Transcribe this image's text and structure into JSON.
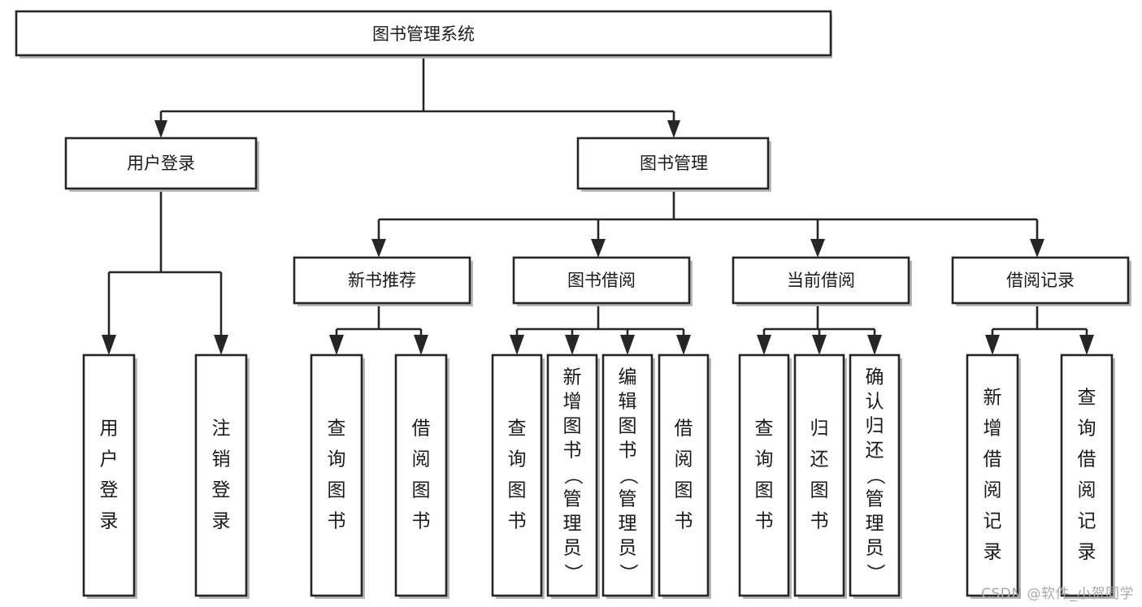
{
  "diagram": {
    "title": "图书管理系统",
    "type": "tree",
    "root": {
      "id": "root",
      "label": "图书管理系统"
    },
    "level1": [
      {
        "id": "user-login",
        "label": "用户登录"
      },
      {
        "id": "book-management",
        "label": "图书管理"
      }
    ],
    "level2": [
      {
        "id": "new-book-recommend",
        "label": "新书推荐",
        "parent": "book-management"
      },
      {
        "id": "book-borrow",
        "label": "图书借阅",
        "parent": "book-management"
      },
      {
        "id": "current-borrow",
        "label": "当前借阅",
        "parent": "book-management"
      },
      {
        "id": "borrow-record",
        "label": "借阅记录",
        "parent": "book-management"
      }
    ],
    "leaves": {
      "user-login": [
        {
          "id": "leaf-user-login",
          "label": "用户登录"
        },
        {
          "id": "leaf-logout",
          "label": "注销登录"
        }
      ],
      "new-book-recommend": [
        {
          "id": "leaf-query-book-1",
          "label": "查询图书"
        },
        {
          "id": "leaf-borrow-book-1",
          "label": "借阅图书"
        }
      ],
      "book-borrow": [
        {
          "id": "leaf-query-book-2",
          "label": "查询图书"
        },
        {
          "id": "leaf-add-book",
          "label": "新增图书（管理员）"
        },
        {
          "id": "leaf-edit-book",
          "label": "编辑图书（管理员）"
        },
        {
          "id": "leaf-borrow-book-2",
          "label": "借阅图书"
        }
      ],
      "current-borrow": [
        {
          "id": "leaf-query-book-3",
          "label": "查询图书"
        },
        {
          "id": "leaf-return-book",
          "label": "归还图书"
        },
        {
          "id": "leaf-confirm-return",
          "label": "确认归还（管理员）"
        }
      ],
      "borrow-record": [
        {
          "id": "leaf-add-record",
          "label": "新增借阅记录"
        },
        {
          "id": "leaf-query-record",
          "label": "查询借阅记录"
        }
      ]
    }
  },
  "watermark": {
    "text": "CSDN @软件_小贺同学"
  },
  "colors": {
    "box_stroke": "#262626",
    "box_fill": "#ffffff",
    "text": "#1a1a1a",
    "shadow": "#b8b8b8",
    "watermark": "#a9a9a9"
  }
}
